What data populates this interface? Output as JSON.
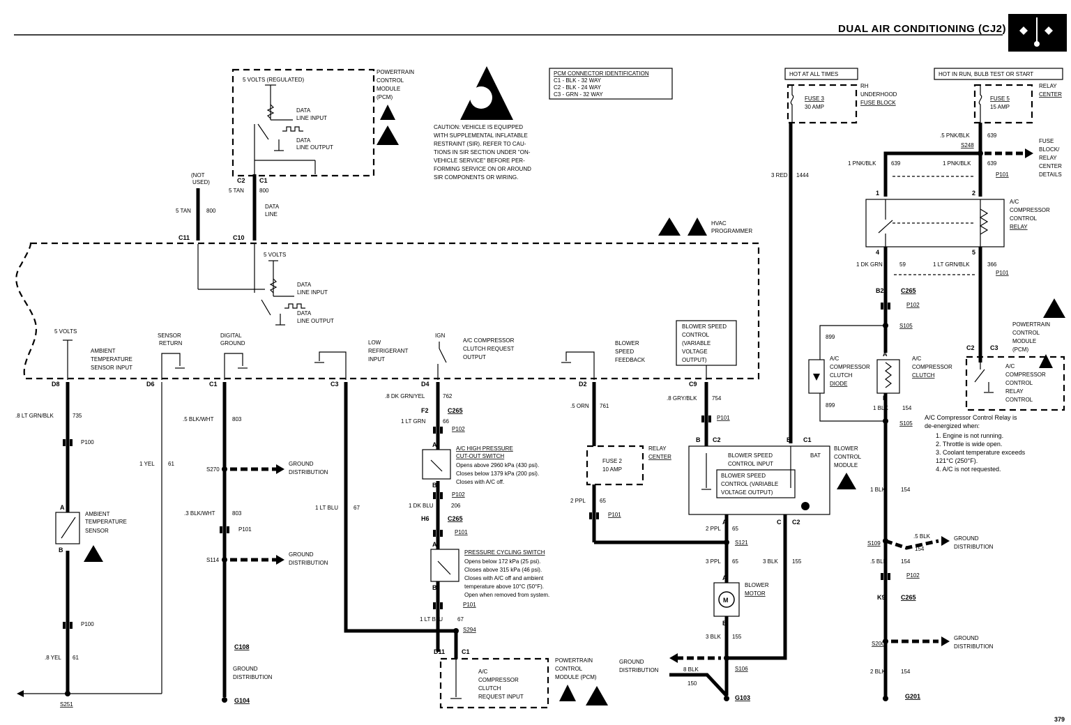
{
  "header": {
    "title": "DUAL AIR CONDITIONING (CJ2)",
    "page_number": "379"
  },
  "pcm_connector": {
    "heading": "PCM CONNECTOR IDENTIFICATION",
    "lines": [
      "C1 - BLK - 32 WAY",
      "C2 - BLK - 24 WAY",
      "C3 - GRN - 32 WAY"
    ]
  },
  "caution": [
    "CAUTION: VEHICLE IS EQUIPPED",
    "WITH SUPPLEMENTAL INFLATABLE",
    "RESTRAINT (SIR). REFER TO CAU-",
    "TIONS IN SIR SECTION UNDER \"ON-",
    "VEHICLE SERVICE\" BEFORE PER-",
    "FORMING SERVICE ON OR AROUND",
    "SIR COMPONENTS OR WIRING."
  ],
  "pcm_top": {
    "label": [
      "POWERTRAIN",
      "CONTROL",
      "MODULE",
      "(PCM)"
    ],
    "regulated": "5 VOLTS (REGULATED)",
    "data_in": [
      "DATA",
      "LINE INPUT"
    ],
    "data_out": [
      "DATA",
      "LINE OUTPUT"
    ],
    "conn_c2": "C2",
    "conn_c1": "C1"
  },
  "wires_top": {
    "not_used": [
      "(NOT",
      "USED)"
    ],
    "tan_left": "5 TAN",
    "tan_left_num": "800",
    "tan_right": "5 TAN",
    "tan_right_num": "800",
    "data_line": [
      "DATA",
      "LINE"
    ]
  },
  "hvac": {
    "label": [
      "HVAC",
      "PROGRAMMER"
    ],
    "c11": "C11",
    "c10": "C10",
    "five_volts": "5 VOLTS",
    "data_in": [
      "DATA",
      "LINE INPUT"
    ],
    "data_out": [
      "DATA",
      "LINE OUTPUT"
    ],
    "inputs": {
      "five_volts_left": "5 VOLTS",
      "ambient": [
        "AMBIENT",
        "TEMPERATURE",
        "SENSOR INPUT"
      ],
      "sensor_return": [
        "SENSOR",
        "RETURN"
      ],
      "digital_ground": [
        "DIGITAL",
        "GROUND"
      ],
      "low_ref": [
        "LOW",
        "REFRIGERANT",
        "INPUT"
      ],
      "ign": "IGN",
      "ac_request": [
        "A/C COMPRESSOR",
        "CLUTCH REQUEST",
        "OUTPUT"
      ],
      "blower_fb": [
        "BLOWER",
        "SPEED",
        "FEEDBACK"
      ],
      "blower_ctrl": [
        "BLOWER SPEED",
        "CONTROL",
        "(VARIABLE",
        "VOLTAGE",
        "OUTPUT)"
      ]
    },
    "pins": [
      "D8",
      "D6",
      "C1",
      "C3",
      "D4",
      "D2",
      "C9"
    ]
  },
  "col_ambient": {
    "wire1": ".8 LT GRN/BLK",
    "wire1_num": "735",
    "p100_a": "P100",
    "pin_a": "A",
    "pin_b": "B",
    "sensor": [
      "AMBIENT",
      "TEMPERATURE",
      "SENSOR"
    ],
    "p100_b": "P100",
    "wire2": ".8 YEL",
    "wire2_num": "61",
    "splice": "S251"
  },
  "col_sensor_return": {
    "wire": "1 YEL",
    "wire_num": "61"
  },
  "col_ground": {
    "wire1": ".5 BLK/WHT",
    "wire1_num": "803",
    "s270": "S270",
    "gd1": [
      "GROUND",
      "DISTRIBUTION"
    ],
    "wire2": ".3 BLK/WHT",
    "wire2_num": "803",
    "p101": "P101",
    "s114": "S114",
    "gd2": [
      "GROUND",
      "DISTRIBUTION"
    ],
    "c108": "C108",
    "gd3": [
      "GROUND",
      "DISTRIBUTION"
    ],
    "g104": "G104"
  },
  "col_lowref": {
    "wire": "1 LT BLU",
    "wire_num": "67"
  },
  "col_pressure": {
    "wire1": ".8 DK GRN/YEL",
    "wire1_num": "762",
    "f2": "F2",
    "c265a": "C265",
    "wire2": "1 LT GRN",
    "wire2_num": "66",
    "p102a": "P102",
    "pin_a1": "A",
    "hp_switch": "A/C HIGH PRESSURE",
    "hp_switch2": "CUT-OUT SWITCH",
    "hp_notes": [
      "Opens above 2960 kPa (430 psi).",
      "Closes below 1379 kPa (200 psi).",
      "Closes with A/C off."
    ],
    "pin_b1": "B",
    "p102b": "P102",
    "wire3": "1 DK BLU",
    "wire3_num": "206",
    "h6": "H6",
    "c265b": "C265",
    "p101": "P101",
    "pin_a2": "A",
    "pc_switch": "PRESSURE CYCLING SWITCH",
    "pc_notes": [
      "Opens below 172 kPa (25 psi).",
      "Closes above 315 kPa (46 psi).",
      "Closes with A/C off and ambient",
      "temperature above 10°C (50°F).",
      "Open when removed from system."
    ],
    "pin_b2": "B",
    "p101b": "P101",
    "wire4": "1 LT BLU",
    "wire4_num": "67",
    "s294": "S294",
    "d11": "D11",
    "c1": "C1",
    "pcm_label": [
      "POWERTRAIN",
      "CONTROL",
      "MODULE (PCM)"
    ],
    "pcm_input": [
      "A/C",
      "COMPRESSOR",
      "CLUTCH",
      "REQUEST INPUT"
    ]
  },
  "col_blower_fb": {
    "wire1": ".5 ORN",
    "wire1_num": "761",
    "fuse": [
      "FUSE 2",
      "10 AMP"
    ],
    "relay_center": [
      "RELAY",
      "CENTER"
    ],
    "wire2": "2 PPL",
    "wire2_num": "65",
    "p101": "P101"
  },
  "blower_ctrl": {
    "wire": ".8 GRY/BLK",
    "wire_num": "754",
    "p101": "P101",
    "pin_b": "B",
    "c2": "C2",
    "pin_b2": "B",
    "c1": "C1",
    "bat": "BAT",
    "input": [
      "BLOWER SPEED",
      "CONTROL INPUT"
    ],
    "output": [
      "BLOWER SPEED",
      "CONTROL (VARIABLE",
      "VOLTAGE OUTPUT)"
    ],
    "module": [
      "BLOWER",
      "CONTROL",
      "MODULE"
    ],
    "pin_a": "A",
    "pin_c": "C",
    "c2b": "C2",
    "wire_a": "2 PPL",
    "wire_a_num": "65",
    "s121": "S121",
    "wire_b": "3 PPL",
    "wire_b_num": "65",
    "wire_c": "3 BLK",
    "wire_c_num": "155",
    "motor": [
      "BLOWER",
      "MOTOR"
    ],
    "pin_a2": "A",
    "pin_b3": "B",
    "wire_d": "3 BLK",
    "wire_d_num": "155",
    "ground": [
      "GROUND",
      "DISTRIBUTION"
    ],
    "s106": "S106",
    "wire_e": "8 BLK",
    "wire_e_num": "150",
    "g103": "G103"
  },
  "fuse_block": {
    "hot": "HOT AT ALL TIMES",
    "fuse": [
      "FUSE 3",
      "30 AMP"
    ],
    "label": [
      "RH",
      "UNDERHOOD",
      "FUSE BLOCK"
    ],
    "wire": "3 RED",
    "wire_num": "1444"
  },
  "relay_side": {
    "hot": "HOT IN RUN, BULB TEST OR START",
    "fuse": [
      "FUSE 5",
      "15 AMP"
    ],
    "relay_center": [
      "RELAY",
      "CENTER"
    ],
    "wire1": ".5 PNK/BLK",
    "wire1_num": "639",
    "s248": "S248",
    "fuse_detail": [
      "FUSE",
      "BLOCK/",
      "RELAY",
      "CENTER",
      "DETAILS"
    ],
    "wire2": "1 PNK/BLK",
    "wire2_num": "639",
    "wire3": "1 PNK/BLK",
    "wire3_num": "639",
    "p101a": "P101",
    "pin1": "1",
    "pin2": "2",
    "relay": [
      "A/C",
      "COMPRESSOR",
      "CONTROL",
      "RELAY"
    ],
    "pin4": "4",
    "pin5": "5",
    "wire4": "1 DK GRN",
    "wire4_num": "59",
    "wire5": "1 LT GRN/BLK",
    "wire5_num": "366",
    "p101b": "P101",
    "b2": "B2",
    "c265": "C265",
    "p102": "P102",
    "s105": "S105",
    "d899a": "899",
    "diode": [
      "A/C",
      "COMPRESSOR",
      "CLUTCH",
      "DIODE"
    ],
    "d899b": "899",
    "pin_a": "A",
    "clutch": [
      "A/C",
      "COMPRESSOR",
      "CLUTCH"
    ],
    "pin_b": "B",
    "wire6": "1 BLK",
    "wire6_num": "154",
    "s105b": "S105",
    "wire7": "1 BLK",
    "wire7_num": "154",
    "s109": "S109",
    "wire8": ".5 BLK",
    "wire8_num": "154",
    "gd1": [
      "GROUND",
      "DISTRIBUTION"
    ],
    "wire9": ".5 BLK",
    "wire9_num": "154",
    "p102b": "P102",
    "k9": "K9",
    "c265b": "C265",
    "s200": "S200",
    "gd2": [
      "GROUND",
      "DISTRIBUTION"
    ],
    "wire10": "2 BLK",
    "wire10_num": "154",
    "g201": "G201"
  },
  "pcm_right": {
    "label": [
      "POWERTRAIN",
      "CONTROL",
      "MODULE",
      "(PCM)"
    ],
    "c2": "C2",
    "c3": "C3",
    "inner": [
      "A/C",
      "COMPRESSOR",
      "CONTROL",
      "RELAY",
      "CONTROL"
    ],
    "note_title": "A/C Compressor Control Relay is",
    "note_title2": "de-energized when:",
    "notes": [
      "1.  Engine is not running.",
      "2.  Throttle is wide open.",
      "3.  Coolant temperature exceeds",
      "     121°C (250°F).",
      "4.  A/C is not requested."
    ]
  }
}
